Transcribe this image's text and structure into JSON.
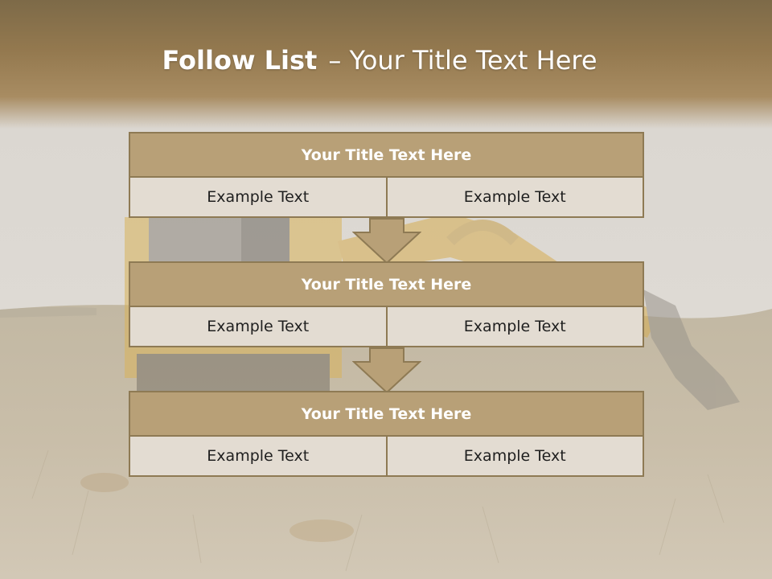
{
  "slide": {
    "title_bold": "Follow List",
    "title_rest": "– Your Title Text Here"
  },
  "blocks": [
    {
      "title": "Your Title Text Here",
      "left": "Example Text",
      "right": "Example Text"
    },
    {
      "title": "Your Title Text Here",
      "left": "Example Text",
      "right": "Example Text"
    },
    {
      "title": "Your Title Text Here",
      "left": "Example Text",
      "right": "Example Text"
    }
  ],
  "colors": {
    "header": "#94794f",
    "block_title": "#b8a077",
    "block_border": "#8e7a54",
    "cell_bg": "#e3dcd2",
    "arrow": "#b8a077"
  },
  "background_image": "faded photo of yellow backhoe in grassy field"
}
